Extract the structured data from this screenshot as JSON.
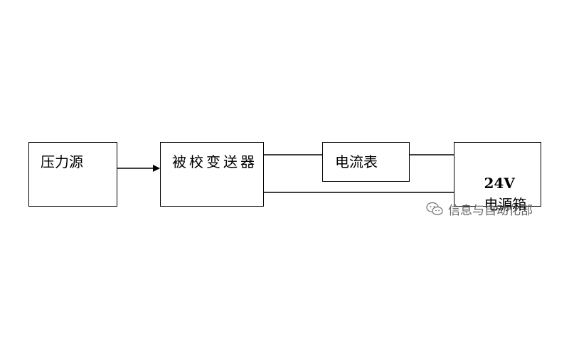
{
  "diagram": {
    "nodes": {
      "pressure_source": "压力源",
      "transmitter": "被校变送器",
      "ammeter": "电流表",
      "power_supply_voltage": "24V",
      "power_supply_text": "电源箱"
    },
    "edges": [
      {
        "from": "pressure_source",
        "to": "transmitter",
        "style": "arrow"
      },
      {
        "from": "transmitter",
        "to": "ammeter",
        "style": "line"
      },
      {
        "from": "ammeter",
        "to": "power_supply",
        "style": "line"
      },
      {
        "from": "transmitter",
        "to": "power_supply",
        "style": "line"
      }
    ]
  },
  "watermark": {
    "text": "信息与自动化部",
    "icon": "wechat-icon"
  },
  "colors": {
    "line": "#000000",
    "watermark": "#666666"
  }
}
